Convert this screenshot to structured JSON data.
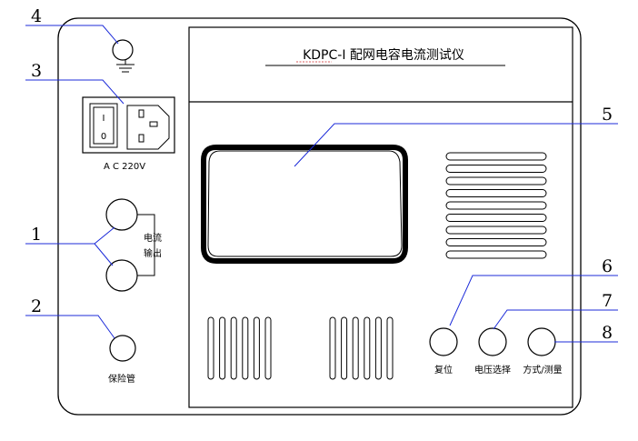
{
  "title": "KDPC-I 配网电容电流测试仪",
  "power_label": "A C 220V",
  "switch": {
    "on": "I",
    "off": "0"
  },
  "current_output_label": [
    "电流",
    "输出"
  ],
  "fuse_label": "保险管",
  "buttons": [
    {
      "id": "reset",
      "label": "复位"
    },
    {
      "id": "voltage-select",
      "label": "电压选择"
    },
    {
      "id": "mode-measure",
      "label": "方式/测量"
    }
  ],
  "callouts": [
    "1",
    "2",
    "3",
    "4",
    "5",
    "6",
    "7",
    "8"
  ],
  "colors": {
    "leader": "#1c2bd9",
    "stroke": "#000000",
    "title_underline": "#cc2222"
  }
}
